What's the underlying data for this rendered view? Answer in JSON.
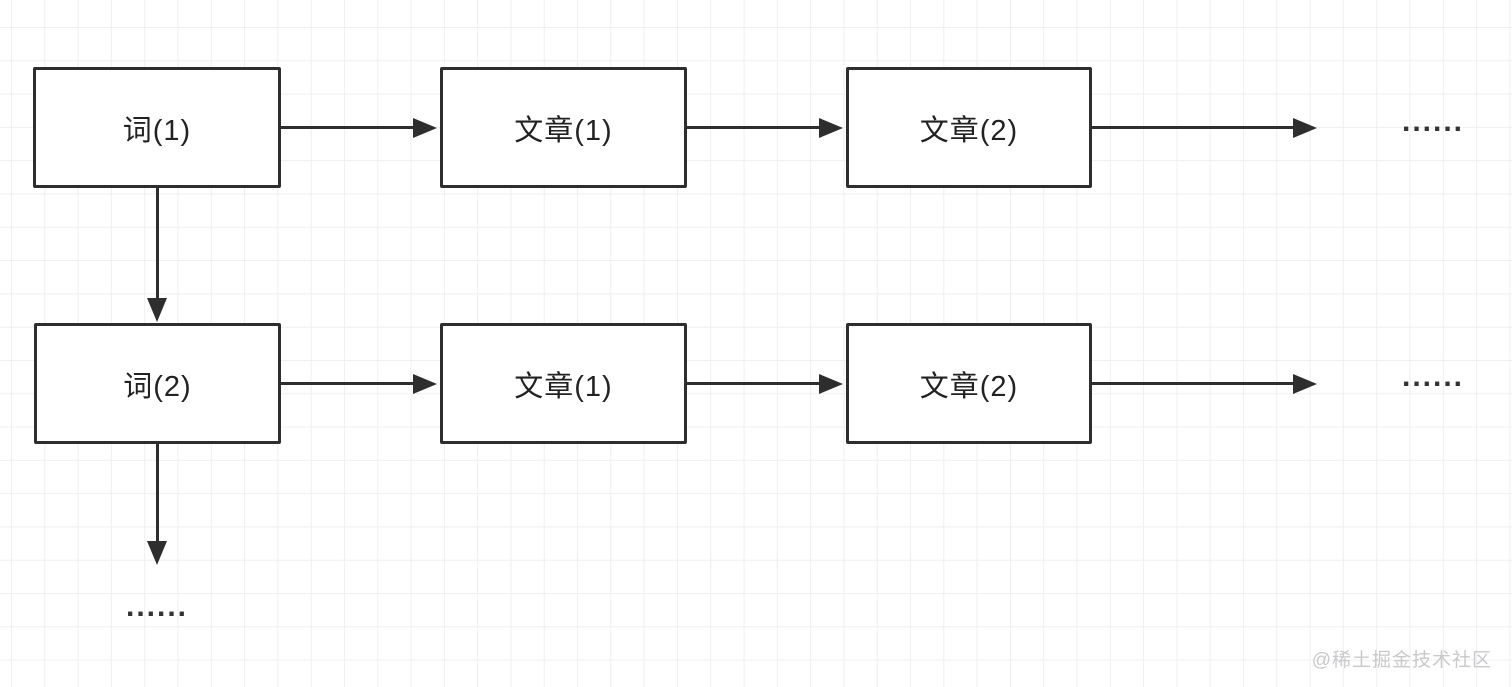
{
  "diagram": {
    "rows": [
      {
        "nodes": [
          {
            "label": "词(1)"
          },
          {
            "label": "文章(1)"
          },
          {
            "label": "文章(2)"
          }
        ],
        "ellipsis": "......"
      },
      {
        "nodes": [
          {
            "label": "词(2)"
          },
          {
            "label": "文章(1)"
          },
          {
            "label": "文章(2)"
          }
        ],
        "ellipsis": "......"
      }
    ],
    "bottom_ellipsis": "......",
    "colors": {
      "stroke": "#2e2e2e",
      "grid": "#efeff1",
      "background": "#ffffff",
      "watermark": "#c9c9cc"
    }
  },
  "watermark": {
    "text": "@稀土掘金技术社区"
  }
}
